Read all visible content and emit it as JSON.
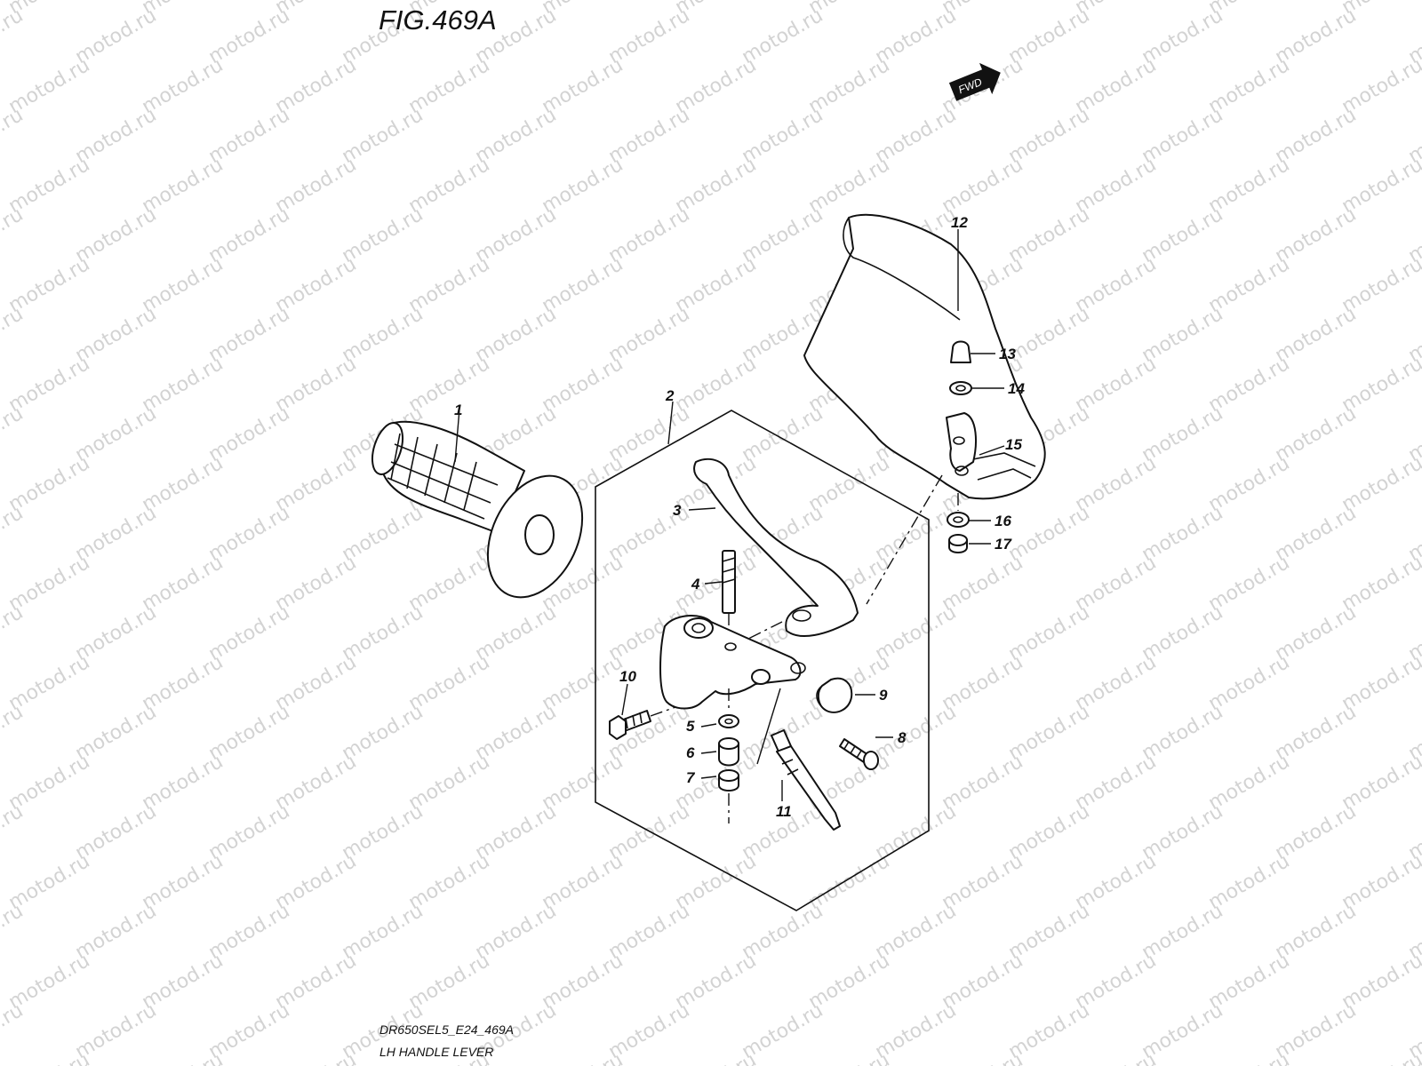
{
  "figure": {
    "title": "FIG.469A",
    "model_code": "DR650SEL5_E24_469A",
    "caption": "LH HANDLE LEVER"
  },
  "watermark": {
    "text": "motod.ru"
  },
  "fwd_marker": {
    "label": "FWD",
    "icon": "arrow-right-icon"
  },
  "callouts": [
    "1",
    "2",
    "3",
    "4",
    "5",
    "6",
    "7",
    "8",
    "9",
    "10",
    "11",
    "12",
    "13",
    "14",
    "15",
    "16",
    "17"
  ]
}
